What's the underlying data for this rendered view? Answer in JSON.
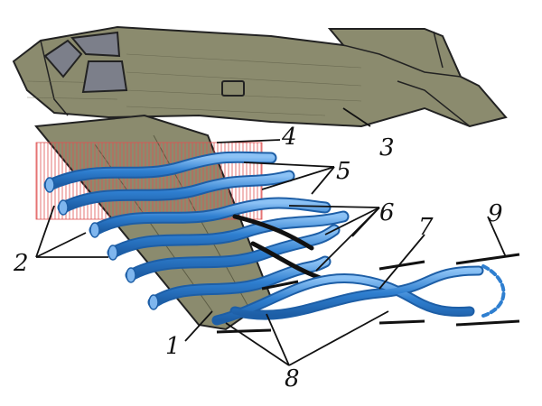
{
  "figure": {
    "labels": {
      "l1": "1",
      "l2": "2",
      "l3": "3",
      "l4": "4",
      "l5": "5",
      "l6": "6",
      "l7": "7",
      "l8": "8",
      "l9": "9"
    },
    "colors": {
      "fuselage": "#8b8b6e",
      "fuselage_dark": "#6f6f55",
      "canopy": "#7c7f8a",
      "tube": "#2f7fd0",
      "tube_light": "#7fb6ee",
      "hatch": "#e05050",
      "line": "#111111"
    }
  }
}
